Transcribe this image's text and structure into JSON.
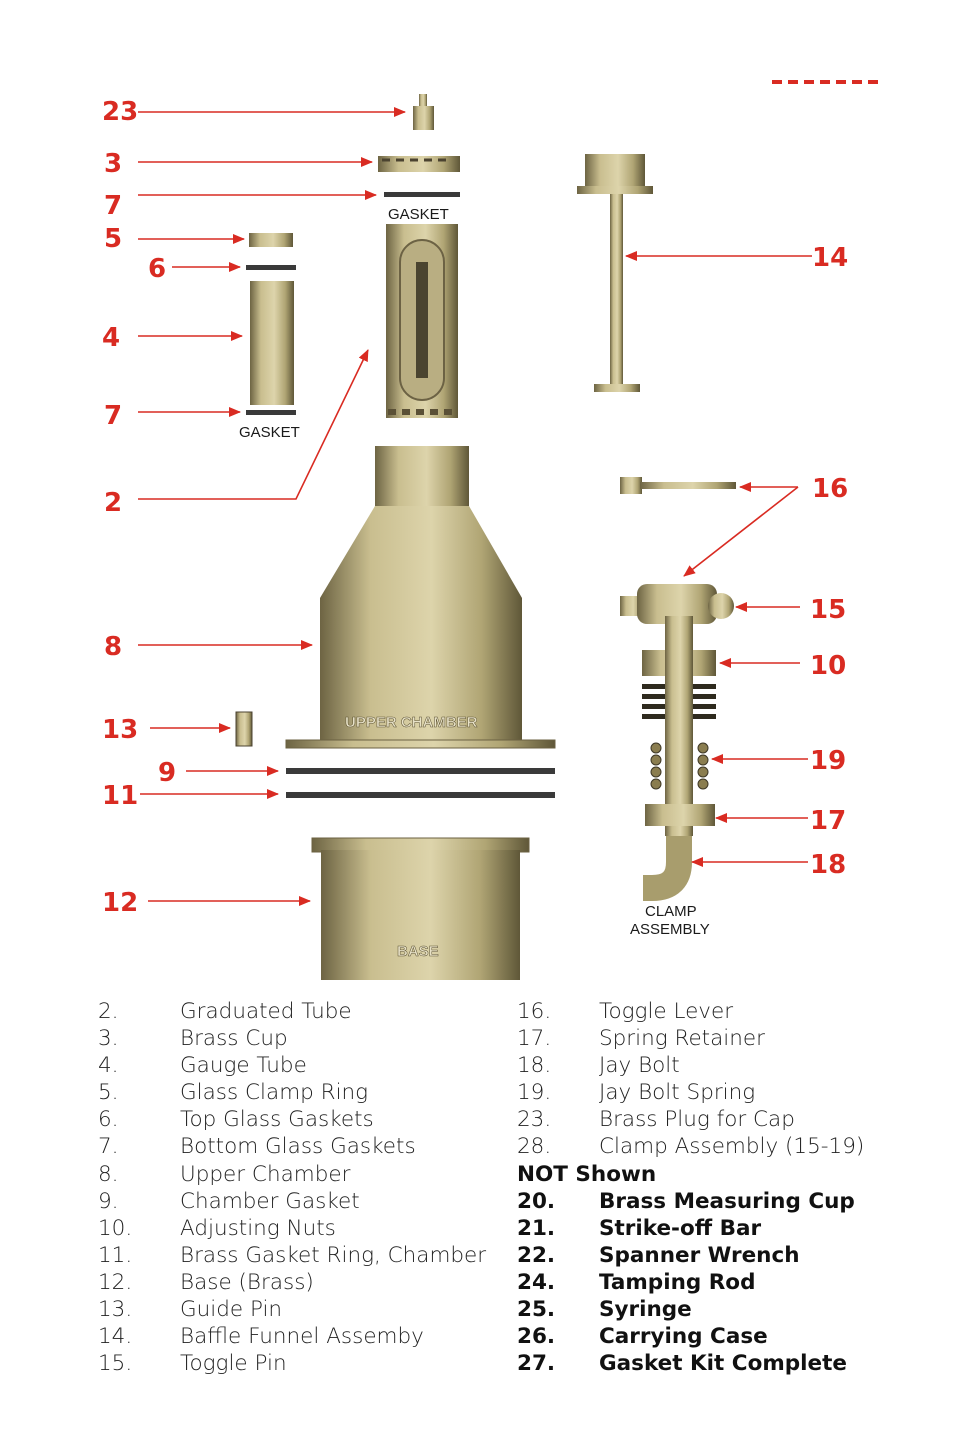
{
  "diagram": {
    "callouts": {
      "c23": "23",
      "c3": "3",
      "c7a": "7",
      "c5": "5",
      "c6": "6",
      "c4": "4",
      "c7b": "7",
      "c2": "2",
      "c8": "8",
      "c13": "13",
      "c9": "9",
      "c11": "11",
      "c12": "12",
      "c14": "14",
      "c16": "16",
      "c15": "15",
      "c10": "10",
      "c19": "19",
      "c17": "17",
      "c18": "18"
    },
    "labels": {
      "gasket_top": "GASKET",
      "gasket_left": "GASKET",
      "upper_chamber": "UPPER CHAMBER",
      "base": "BASE",
      "clamp_line1": "CLAMP",
      "clamp_line2": "ASSEMBLY"
    }
  },
  "parts_left": [
    {
      "num": "2.",
      "name": "Graduated Tube"
    },
    {
      "num": "3.",
      "name": "Brass Cup"
    },
    {
      "num": "4.",
      "name": "Gauge Tube"
    },
    {
      "num": "5.",
      "name": "Glass Clamp Ring"
    },
    {
      "num": "6.",
      "name": "Top Glass Gaskets"
    },
    {
      "num": "7.",
      "name": "Bottom Glass Gaskets"
    },
    {
      "num": "8.",
      "name": "Upper Chamber"
    },
    {
      "num": "9.",
      "name": "Chamber Gasket"
    },
    {
      "num": "10.",
      "name": "Adjusting Nuts"
    },
    {
      "num": "11.",
      "name": "Brass Gasket Ring, Chamber"
    },
    {
      "num": "12.",
      "name": "Base (Brass)"
    },
    {
      "num": "13.",
      "name": "Guide Pin"
    },
    {
      "num": "14.",
      "name": "Baffle Funnel Assemby"
    },
    {
      "num": "15.",
      "name": "Toggle Pin"
    }
  ],
  "parts_right": [
    {
      "num": "16.",
      "name": "Toggle Lever"
    },
    {
      "num": "17.",
      "name": "Spring Retainer"
    },
    {
      "num": "18.",
      "name": "Jay Bolt"
    },
    {
      "num": "19.",
      "name": "Jay Bolt Spring"
    },
    {
      "num": "23.",
      "name": "Brass Plug for Cap"
    },
    {
      "num": "28.",
      "name": "Clamp Assembly (15-19)"
    }
  ],
  "not_shown_header": "NOT Shown",
  "not_shown": [
    {
      "num": "20.",
      "name": "Brass Measuring Cup"
    },
    {
      "num": "21.",
      "name": "Strike-off Bar"
    },
    {
      "num": "22.",
      "name": "Spanner Wrench"
    },
    {
      "num": "24.",
      "name": "Tamping Rod"
    },
    {
      "num": "25.",
      "name": "Syringe"
    },
    {
      "num": "26.",
      "name": "Carrying Case"
    },
    {
      "num": "27.",
      "name": "Gasket Kit Complete"
    }
  ],
  "colors": {
    "callout": "#d92b22",
    "brass": "#c9be8f"
  }
}
